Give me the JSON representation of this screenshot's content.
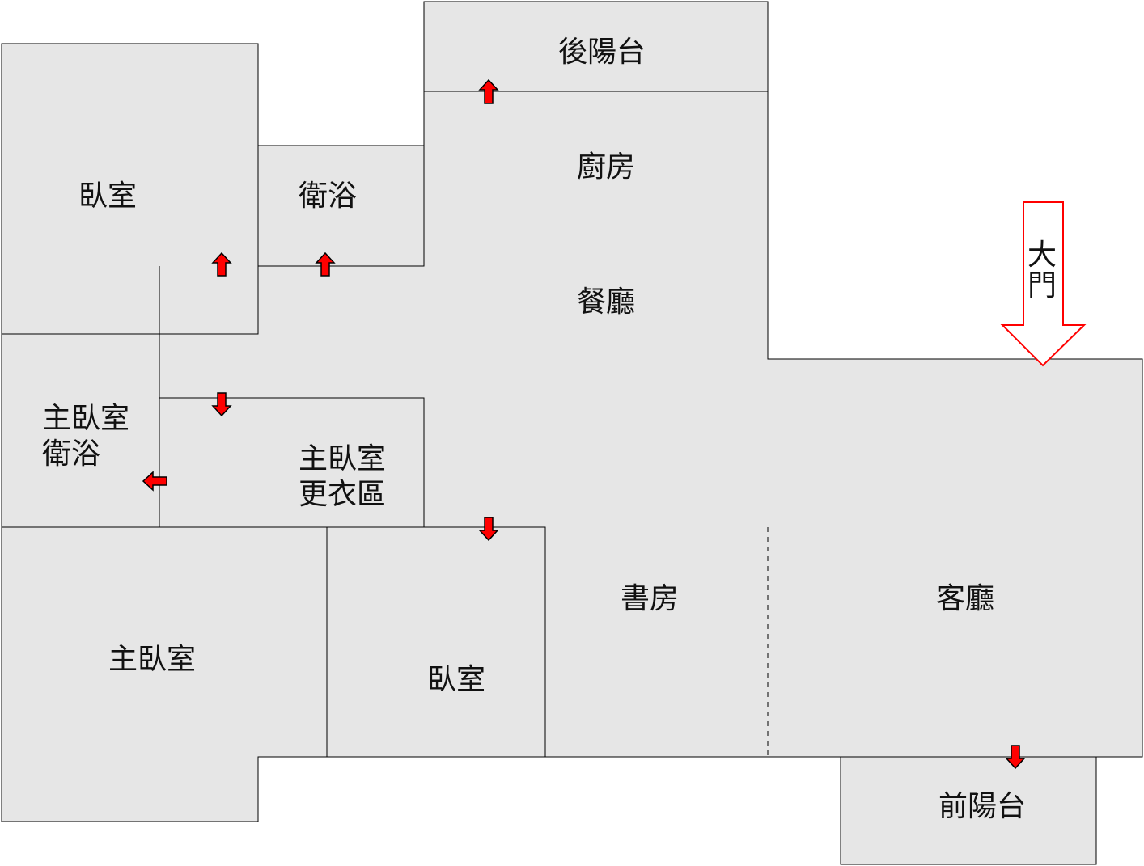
{
  "floor_plan": {
    "colors": {
      "room_fill": "#e6e6e6",
      "wall": "#000000",
      "door_arrow": "#ff0000",
      "entrance_arrow_outline": "#ff0000"
    },
    "rooms": {
      "rear_balcony": "後陽台",
      "kitchen": "廚房",
      "dining_room": "餐廳",
      "bedroom_top_left": "臥室",
      "bathroom": "衛浴",
      "master_bathroom_line1": "主臥室",
      "master_bathroom_line2": "衛浴",
      "master_dressing_line1": "主臥室",
      "master_dressing_line2": "更衣區",
      "master_bedroom": "主臥室",
      "bedroom_center": "臥室",
      "study": "書房",
      "living_room": "客廳",
      "front_balcony": "前陽台"
    },
    "entrance": {
      "line1": "大",
      "line2": "門"
    }
  }
}
